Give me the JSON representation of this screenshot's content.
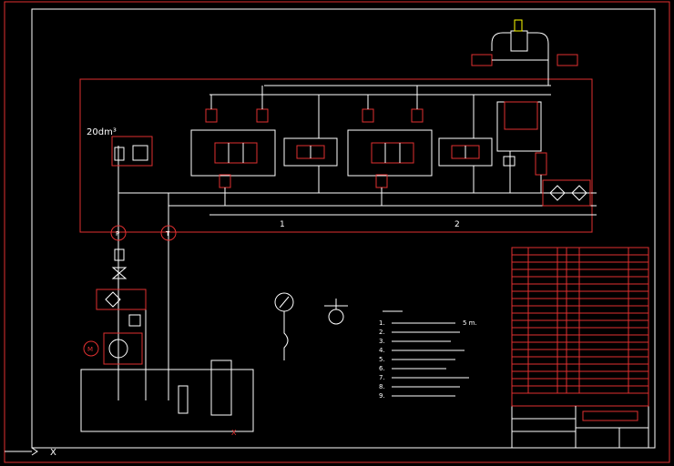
{
  "labels": {
    "volume": "20dm³",
    "sys1": "1",
    "sys2": "2"
  },
  "notes": {
    "items": [
      "1.",
      "2.",
      "3.",
      "4.",
      "5.",
      "6.",
      "7.",
      "8.",
      "9."
    ],
    "five_unit": "5 m."
  },
  "colors": {
    "background": "#000000",
    "line": "#ffffff",
    "frame": "#e03030",
    "label": "#ffff00",
    "block": "#33cc33"
  }
}
